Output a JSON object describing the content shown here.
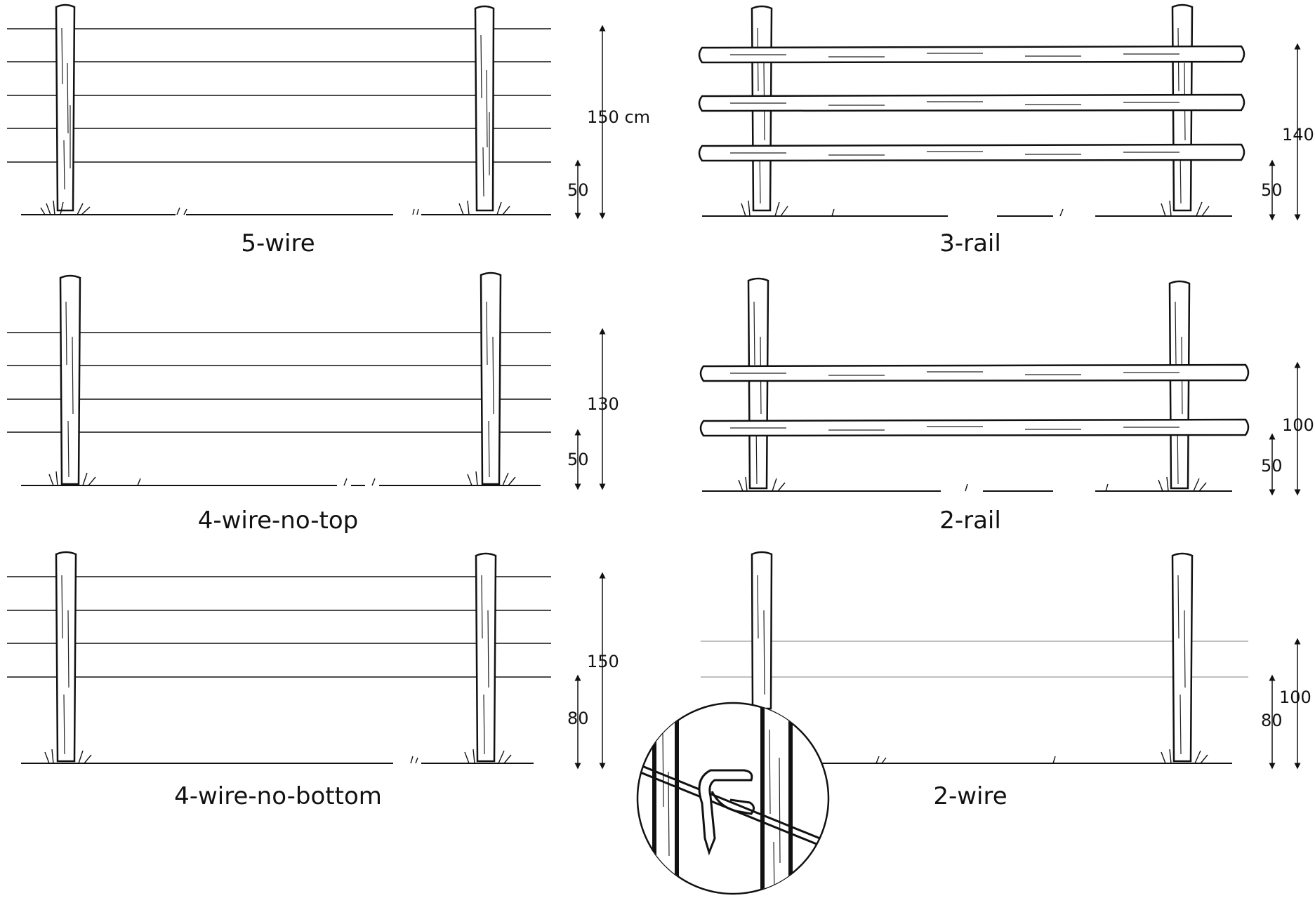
{
  "panels": [
    {
      "id": "p1",
      "title": "5-wire",
      "dims": [
        "150 cm",
        "50"
      ]
    },
    {
      "id": "p2",
      "title": "3-rail",
      "dims": [
        "140",
        "50"
      ]
    },
    {
      "id": "p3",
      "title": "4-wire-no-top",
      "dims": [
        "130",
        "50"
      ]
    },
    {
      "id": "p4",
      "title": "2-rail",
      "dims": [
        "100",
        "50"
      ]
    },
    {
      "id": "p5",
      "title": "4-wire-no-bottom",
      "dims": [
        "150",
        "80"
      ]
    },
    {
      "id": "p6",
      "title": "2-wire",
      "dims": [
        "100",
        "80"
      ]
    }
  ],
  "detail": {
    "icon": "insulator-detail-icon"
  }
}
